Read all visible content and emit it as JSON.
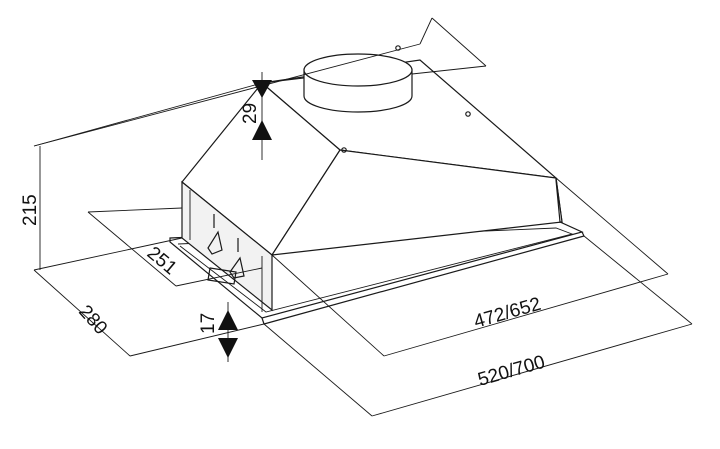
{
  "dimensions": {
    "overall_height": "215",
    "outlet_height": "29",
    "depth": "280",
    "inner_depth": "251",
    "rim_height": "17",
    "inner_width": "472/652",
    "overall_width": "520/700"
  },
  "colors": {
    "line": "#1a1a1a",
    "background": "#ffffff"
  }
}
